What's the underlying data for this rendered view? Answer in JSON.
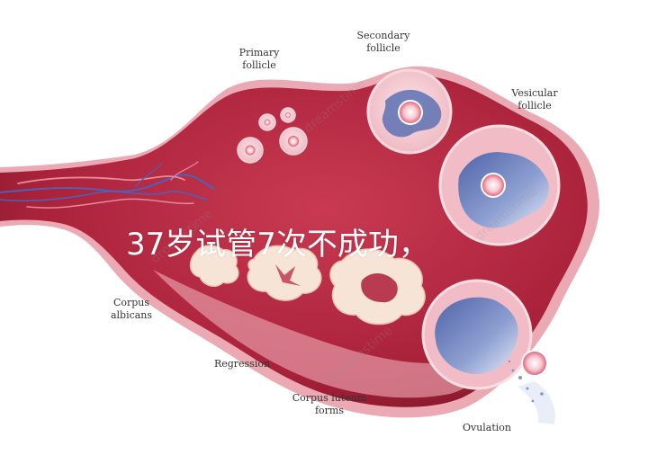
{
  "labels": {
    "primary": [
      "Primary",
      "follicle"
    ],
    "secondary": [
      "Secondary",
      "follicle"
    ],
    "vesicular": [
      "Vesicular",
      "follicle"
    ],
    "corpus_albicans": [
      "Corpus",
      "albicans"
    ],
    "regression": "Regression",
    "corpus_luteum": [
      "Corpus luteum",
      "forms"
    ],
    "ovulation": "Ovulation"
  },
  "caption": "37岁试管7次不成功，",
  "colors": {
    "tissue": "#b8283e",
    "tissue_dark": "#8e1d30",
    "edge": "#e7a2ad",
    "follicle_fill": "#f4c9d0",
    "antrum": "#6b7fb8",
    "corpus_fill": "#f6e4d6",
    "vessel_blue": "#4b62b8",
    "vessel_pink": "#e58a99"
  }
}
